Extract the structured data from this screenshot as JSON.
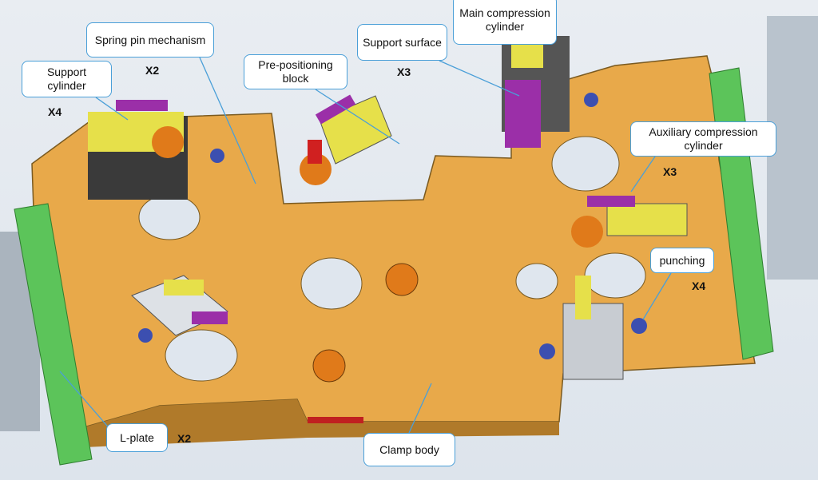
{
  "callouts": {
    "support_cylinder": {
      "label": "Support cylinder",
      "qty": "X4"
    },
    "spring_pin": {
      "label": "Spring pin mechanism",
      "qty": "X2"
    },
    "pre_positioning": {
      "label": "Pre-positioning block"
    },
    "support_surface": {
      "label": "Support surface",
      "qty": "X3"
    },
    "main_compression": {
      "label": "Main compression cylinder"
    },
    "aux_compression": {
      "label": "Auxiliary compression cylinder",
      "qty": "X3"
    },
    "punching": {
      "label": "punching",
      "qty": "X4"
    },
    "l_plate": {
      "label": "L-plate",
      "qty": "X2"
    },
    "clamp_body": {
      "label": "Clamp body"
    }
  },
  "colors": {
    "plate": "#e8a94a",
    "l_plate": "#5cc45a",
    "callout_border": "#4a9fd8",
    "clamp_purple": "#9b2fa8",
    "cylinder_yellow": "#e6e04a"
  }
}
